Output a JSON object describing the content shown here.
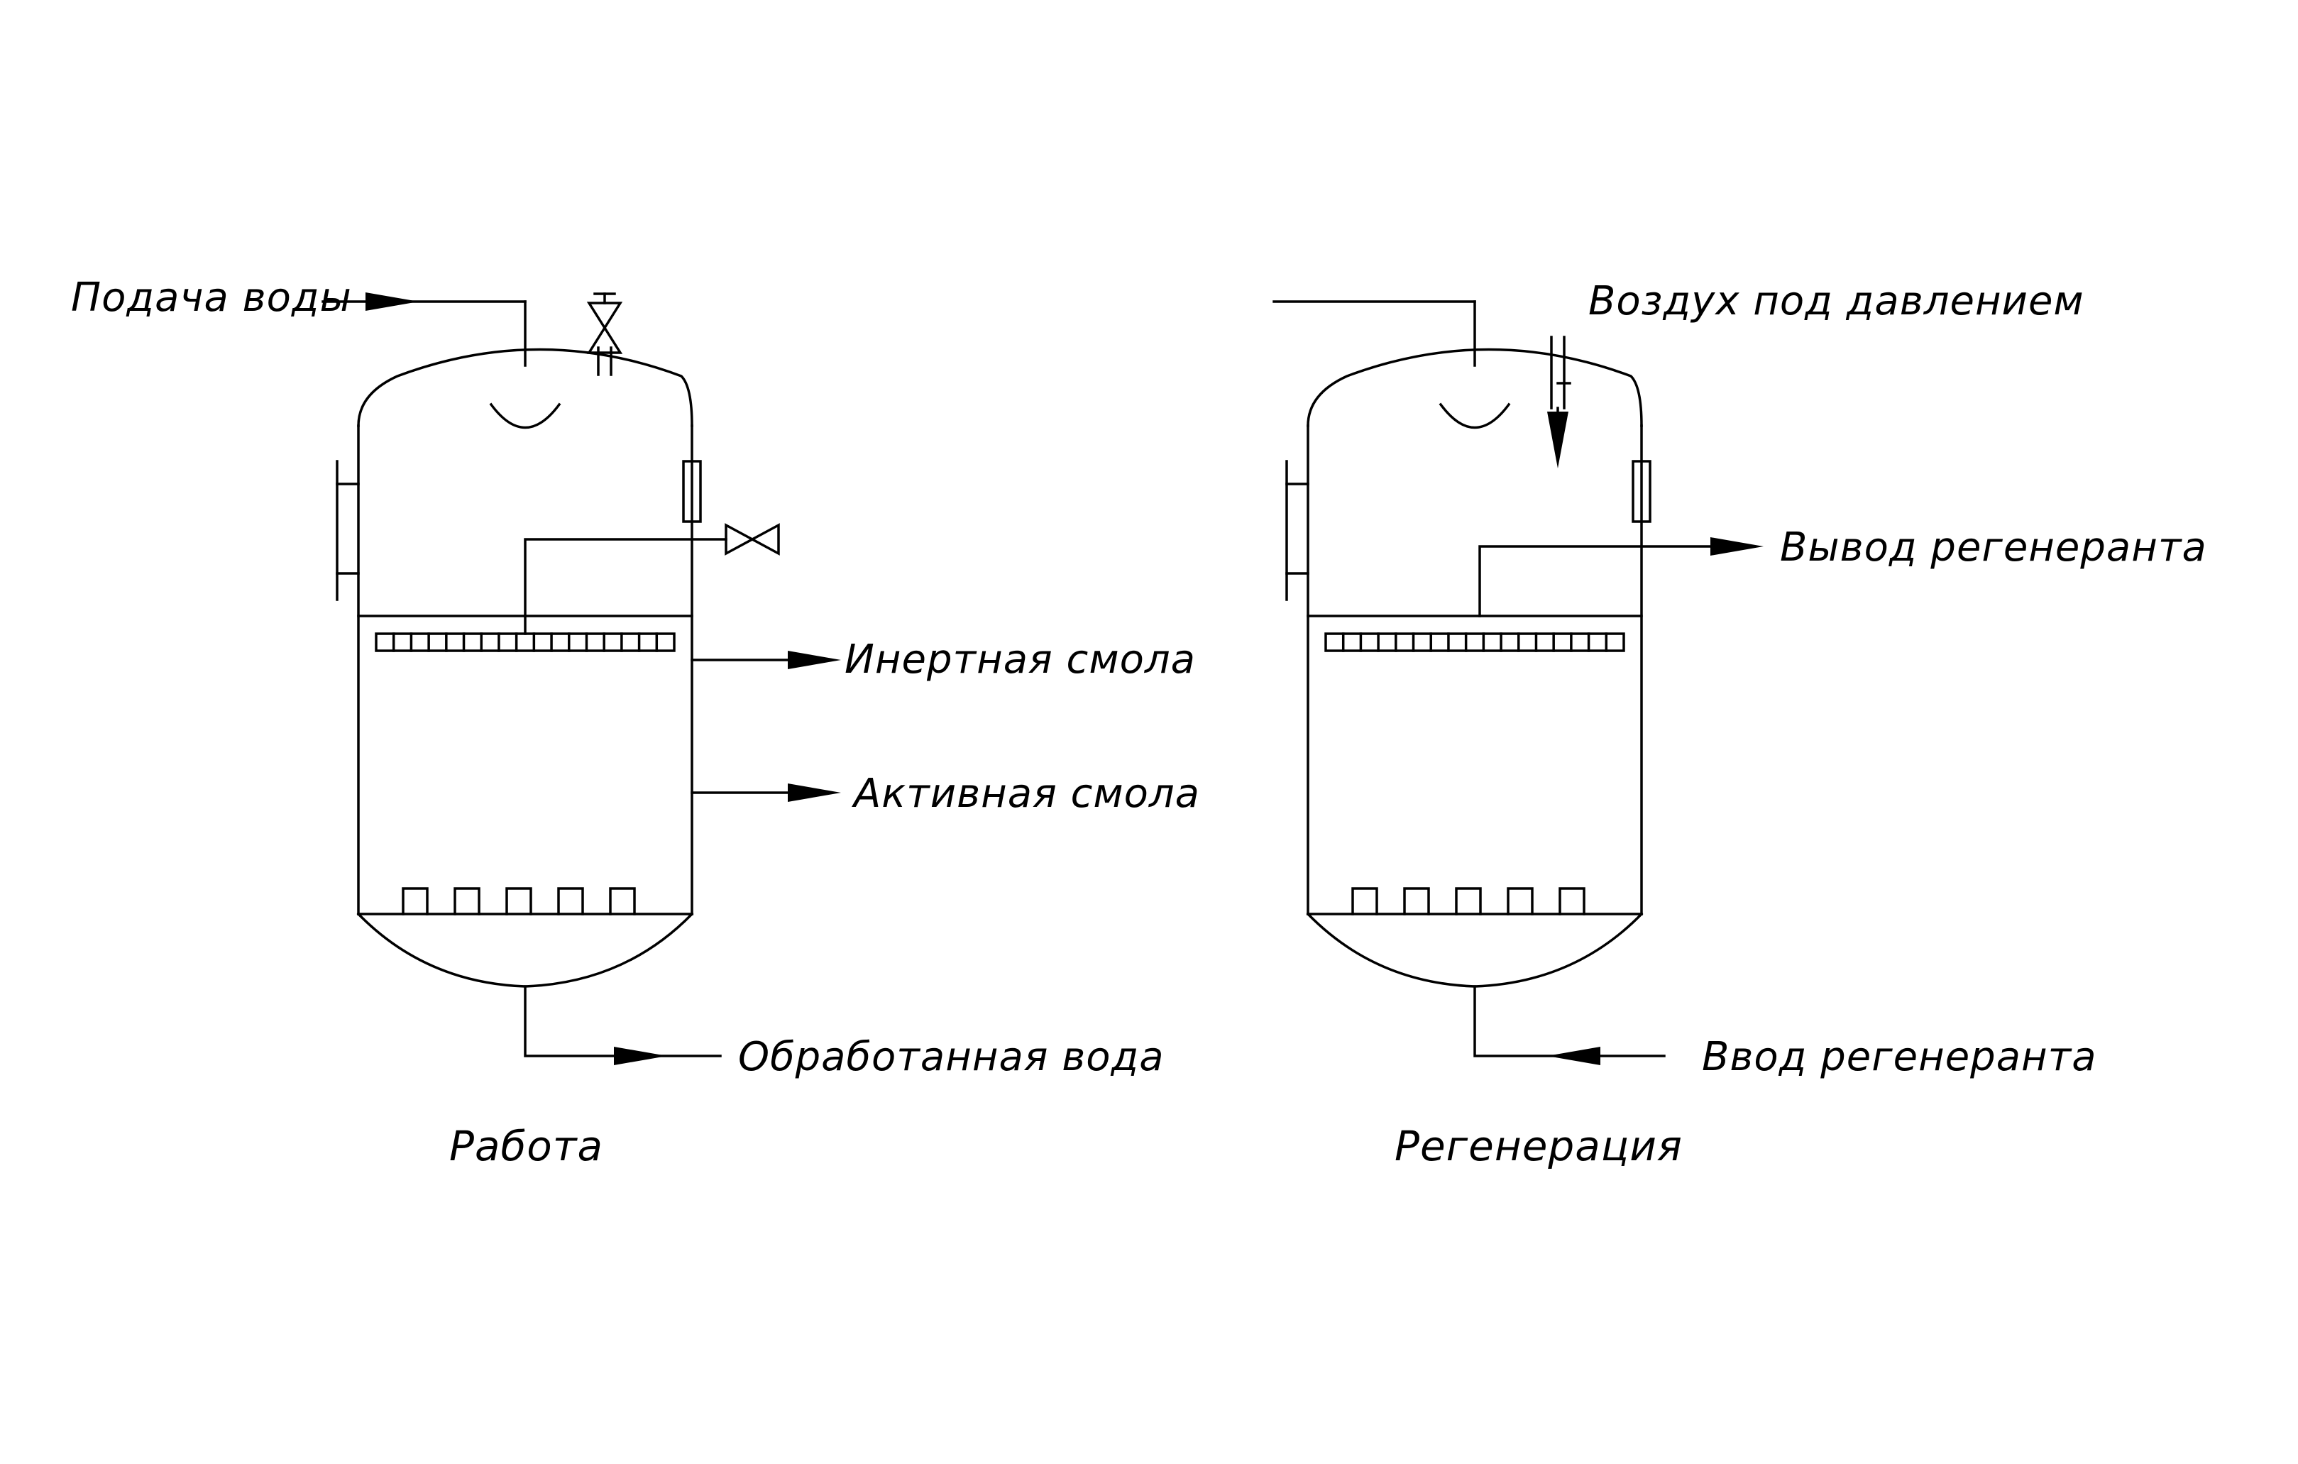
{
  "labels": {
    "left_inlet": "Подача воды",
    "left_inert": "Инертная смола",
    "left_active": "Активная смола",
    "left_outlet": "Обработанная вода",
    "left_caption": "Работа",
    "right_air": "Воздух под давлением",
    "right_regen_out": "Вывод регенеранта",
    "right_regen_in": "Ввод регенеранта",
    "right_caption": "Регенерация"
  }
}
